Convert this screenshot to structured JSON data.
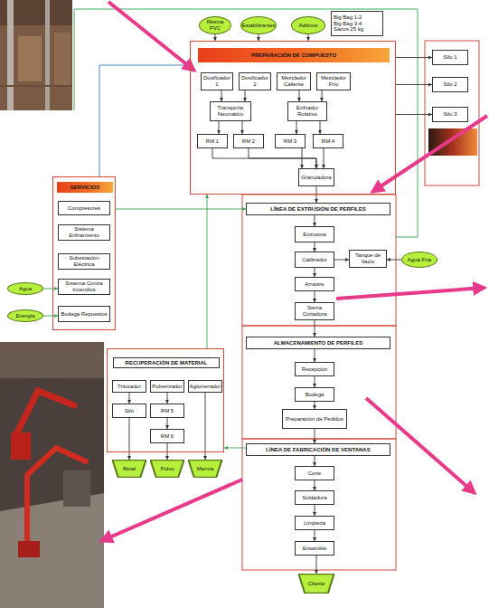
{
  "diagram": {
    "nodes": [
      {
        "text": [
          "Resina PVC"
        ]
      },
      {
        "text": [
          "Estabilizantes"
        ]
      },
      {
        "text": [
          "Aditivos"
        ]
      },
      {
        "text": [
          "Big Bag 1-2",
          "Big Bag 3-4",
          "Sacos 25 kg"
        ]
      },
      {
        "text": [
          "PREPARACIÓN DE COMPUESTO"
        ]
      },
      {
        "text": [
          "Dosificador 1"
        ],
        "in": 4
      },
      {
        "text": [
          "Dosificador 2"
        ],
        "in": 4
      },
      {
        "text": [
          "Mezclador Caliente"
        ],
        "in": 4
      },
      {
        "text": [
          "Mezclador Frío"
        ],
        "in": 4
      },
      {
        "text": [
          "Transporte Neumático"
        ],
        "in": 4
      },
      {
        "text": [
          "Enfriador Rotativo"
        ],
        "in": 4
      },
      {
        "text": [
          "RM 1"
        ],
        "in": 4
      },
      {
        "text": [
          "RM 2"
        ],
        "in": 4
      },
      {
        "text": [
          "RM 3"
        ],
        "in": 4
      },
      {
        "text": [
          "RM 4"
        ],
        "in": 4
      },
      {
        "text": [
          "Granuladora"
        ],
        "in": 4
      },
      {
        "text": [
          "Silo 1"
        ]
      },
      {
        "text": [
          "Silo 2"
        ]
      },
      {
        "text": [
          "Silo 3"
        ]
      },
      {
        "text": [
          "LÍNEA DE EXTRUSIÓN DE PERFILES"
        ]
      },
      {
        "text": [
          "Extrusora"
        ]
      },
      {
        "text": [
          "Calibrador"
        ]
      },
      {
        "text": [
          "Tanque de Vacío"
        ]
      },
      {
        "text": [
          "Agua Fría"
        ]
      },
      {
        "text": [
          "Arrastre"
        ]
      },
      {
        "text": [
          "Sierra Cortadora"
        ]
      },
      {
        "text": [
          "ALMACENAMIENTO DE PERFILES"
        ]
      },
      {
        "text": [
          "Recepción"
        ]
      },
      {
        "text": [
          "Bodega"
        ]
      },
      {
        "text": [
          "Preparación de Pedidos"
        ]
      },
      {
        "text": [
          "LÍNEA DE FABRICACIÓN DE VENTANAS"
        ]
      },
      {
        "text": [
          "Corte"
        ]
      },
      {
        "text": [
          "Soldadura"
        ]
      },
      {
        "text": [
          "Limpieza"
        ]
      },
      {
        "text": [
          "Ensamble"
        ]
      },
      {
        "text": [
          "Cliente"
        ]
      },
      {
        "text": [
          "SERVICIOS"
        ]
      },
      {
        "text": [
          "Compresores"
        ],
        "in": 36
      },
      {
        "text": [
          "Sistema Enfriamiento"
        ],
        "in": 36
      },
      {
        "text": [
          "Subestación Eléctrica"
        ],
        "in": 36
      },
      {
        "text": [
          "Sistema Contra Incendios"
        ],
        "in": 36
      },
      {
        "text": [
          "Bodega Repuestos"
        ],
        "in": 36
      },
      {
        "text": [
          "Agua"
        ]
      },
      {
        "text": [
          "Energía"
        ]
      },
      {
        "text": [
          "RECUPERACIÓN DE MATERIAL"
        ]
      },
      {
        "text": [
          "Triturador"
        ],
        "in": 44
      },
      {
        "text": [
          "Pulverizador"
        ],
        "in": 44
      },
      {
        "text": [
          "Aglomerador"
        ],
        "in": 44
      },
      {
        "text": [
          "Silo"
        ],
        "in": 44
      },
      {
        "text": [
          "RM 5"
        ],
        "in": 44
      },
      {
        "text": [
          "RM 6"
        ],
        "in": 44
      },
      {
        "text": [
          "Retal"
        ]
      },
      {
        "text": [
          "Polvo"
        ]
      },
      {
        "text": [
          "Merma"
        ]
      }
    ],
    "edges": [
      {
        "from": 0,
        "to": 4,
        "arrow": "to"
      },
      {
        "from": 1,
        "to": 4,
        "arrow": "to"
      },
      {
        "from": 2,
        "to": 4,
        "arrow": "to"
      },
      {
        "from": 5,
        "to": 9,
        "arrow": "to"
      },
      {
        "from": 6,
        "to": 9,
        "arrow": "to"
      },
      {
        "from": 7,
        "to": 10,
        "arrow": "to"
      },
      {
        "from": 8,
        "to": 10,
        "arrow": "to"
      },
      {
        "from": 9,
        "to": 11,
        "arrow": "to"
      },
      {
        "from": 9,
        "to": 12,
        "arrow": "to"
      },
      {
        "from": 10,
        "to": 13,
        "arrow": "to"
      },
      {
        "from": 10,
        "to": 14,
        "arrow": "to"
      },
      {
        "from": 11,
        "to": 15,
        "arrow": "to"
      },
      {
        "from": 12,
        "to": 15,
        "arrow": "to"
      },
      {
        "from": 13,
        "to": 15,
        "arrow": "to"
      },
      {
        "from": 14,
        "to": 15,
        "arrow": "to"
      },
      {
        "from": 4,
        "to": 16,
        "arrow": "to"
      },
      {
        "from": 4,
        "to": 17,
        "arrow": "to"
      },
      {
        "from": 4,
        "to": 18,
        "arrow": "to"
      },
      {
        "from": 15,
        "to": 19,
        "arrow": "to"
      },
      {
        "from": 19,
        "to": 20,
        "arrow": "to"
      },
      {
        "from": 20,
        "to": 21,
        "arrow": "to"
      },
      {
        "from": 21,
        "to": 22,
        "arrow": "to"
      },
      {
        "from": 23,
        "to": 22,
        "arrow": "to"
      },
      {
        "from": 21,
        "to": 24,
        "arrow": "to"
      },
      {
        "from": 24,
        "to": 25,
        "arrow": "to"
      },
      {
        "from": 25,
        "to": 26,
        "arrow": "to"
      },
      {
        "from": 26,
        "to": 27,
        "arrow": "to"
      },
      {
        "from": 27,
        "to": 28,
        "arrow": "to"
      },
      {
        "from": 28,
        "to": 29,
        "arrow": "to"
      },
      {
        "from": 29,
        "to": 30,
        "arrow": "to"
      },
      {
        "from": 30,
        "to": 31,
        "arrow": "to"
      },
      {
        "from": 31,
        "to": 32,
        "arrow": "to"
      },
      {
        "from": 32,
        "to": 33,
        "arrow": "to"
      },
      {
        "from": 33,
        "to": 34,
        "arrow": "to"
      },
      {
        "from": 34,
        "to": 35,
        "arrow": "to"
      },
      {
        "from": 36,
        "to": 19,
        "arrow": "to"
      },
      {
        "from": 42,
        "to": 40,
        "arrow": "to"
      },
      {
        "from": 43,
        "to": 41,
        "arrow": "to"
      },
      {
        "from": 44,
        "to": 4,
        "arrow": "to"
      },
      {
        "from": 30,
        "to": 44,
        "arrow": "to"
      },
      {
        "from": 45,
        "to": 48,
        "arrow": "to"
      },
      {
        "from": 46,
        "to": 49,
        "arrow": "to"
      },
      {
        "from": 49,
        "to": 50,
        "arrow": "to"
      },
      {
        "from": 48,
        "to": 51,
        "arrow": "to"
      },
      {
        "from": 50,
        "to": 52,
        "arrow": "to"
      },
      {
        "from": 47,
        "to": 53,
        "arrow": "to"
      }
    ]
  }
}
